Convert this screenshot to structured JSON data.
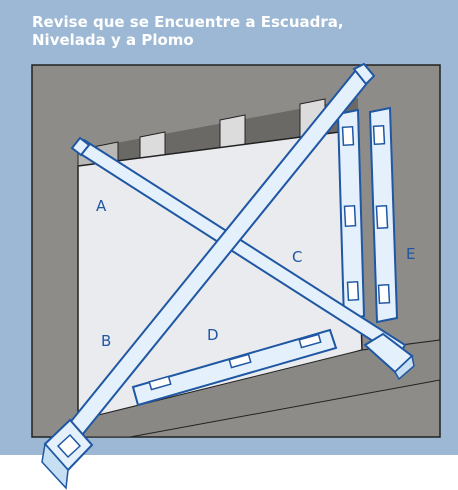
{
  "title": {
    "line1": "Revise que se Encuentre a Escuadra,",
    "line2": "Nivelada y a Plomo"
  },
  "labels": {
    "a": "A",
    "b": "B",
    "c": "C",
    "d": "D",
    "e": "E"
  },
  "colors": {
    "panel": "#9db8d4",
    "wall_frame": "#8e8c89",
    "studs": "#6f6d6a",
    "drywall": "#e9ebee",
    "tool_fill": "#e4f0fb",
    "tool_stroke": "#1f57a3",
    "label": "#1f57a3"
  }
}
